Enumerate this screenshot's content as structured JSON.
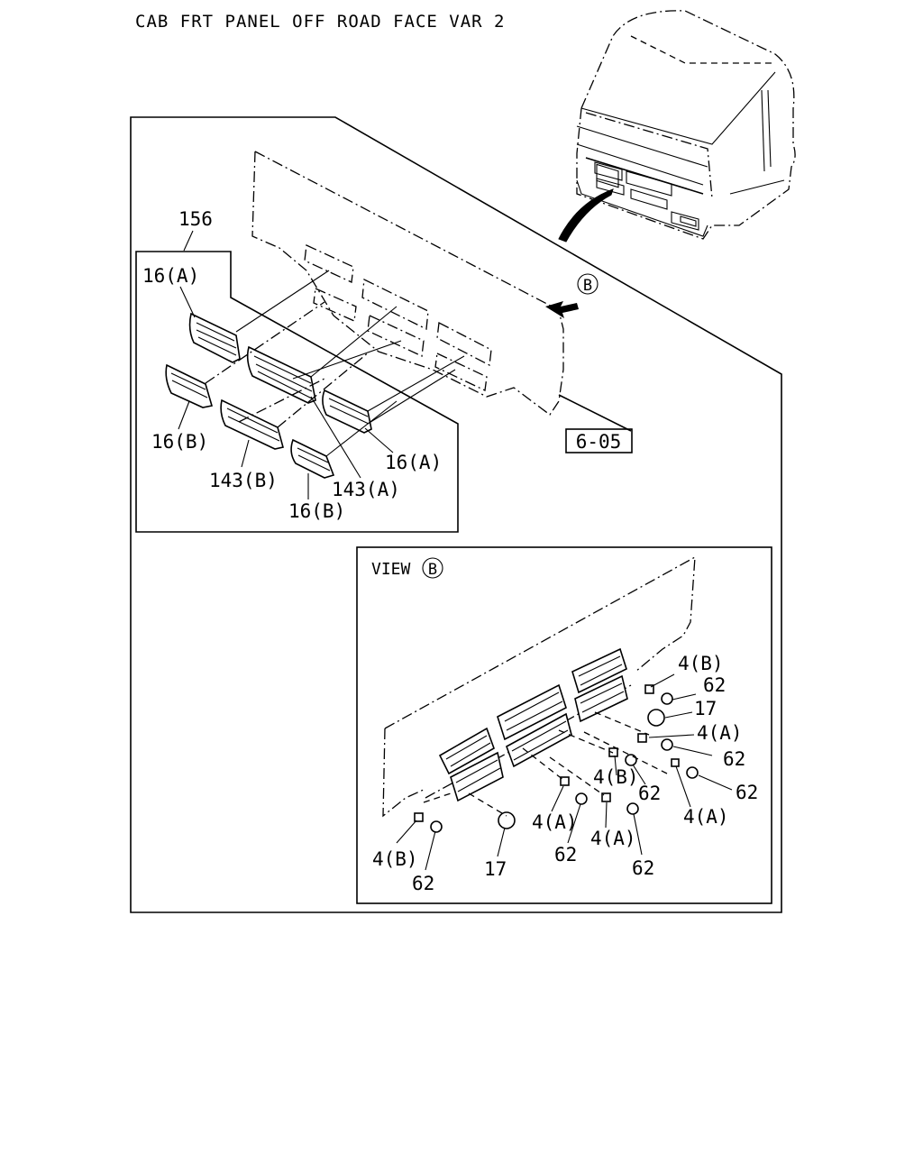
{
  "title": "CAB FRT PANEL OFF ROAD FACE VAR 2",
  "main_labels": {
    "p156": "156",
    "p16a_top": "16(A)",
    "p16b_left": "16(B)",
    "p143b": "143(B)",
    "p143a": "143(A)",
    "p16a_right": "16(A)",
    "p16b_bottom": "16(B)",
    "ref": "6-05",
    "view_marker": "B"
  },
  "view_b": {
    "title": "VIEW",
    "marker": "B",
    "labels": {
      "p4b_top": "4(B)",
      "p62_a": "62",
      "p17_top": "17",
      "p4a_a": "4(A)",
      "p62_b": "62",
      "p62_c": "62",
      "p4b_mid": "4(B)",
      "p62_d": "62",
      "p4a_b": "4(A)",
      "p4a_c": "4(A)",
      "p4a_d": "4(A)",
      "p62_e": "62",
      "p62_f": "62",
      "p4b_bottom": "4(B)",
      "p62_g": "62",
      "p17_bottom": "17"
    }
  }
}
